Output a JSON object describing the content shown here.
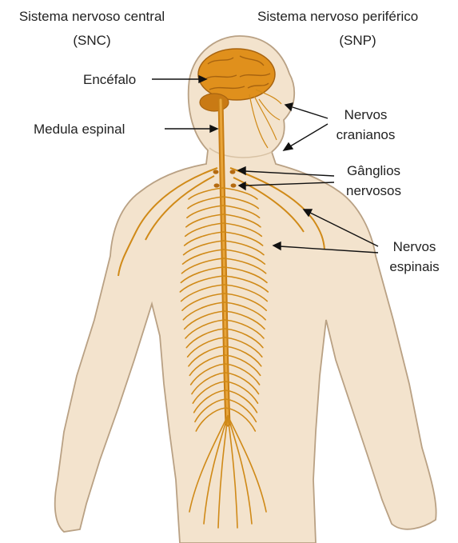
{
  "headers": {
    "left_title": "Sistema nervoso central",
    "left_abbr": "(SNC)",
    "right_title": "Sistema nervoso periférico",
    "right_abbr": "(SNP)"
  },
  "labels": {
    "encefalo": "Encéfalo",
    "medula": "Medula espinal",
    "nervos_cranianos_1": "Nervos",
    "nervos_cranianos_2": "cranianos",
    "ganglios_1": "Gânglios",
    "ganglios_2": "nervosos",
    "espinais_1": "Nervos",
    "espinais_2": "espinais"
  },
  "colors": {
    "skin": "#f3e3cd",
    "outline": "#b9a184",
    "nerve": "#d08a18",
    "nerve_dark": "#a86410",
    "brain": "#e0901c",
    "text": "#222222"
  }
}
